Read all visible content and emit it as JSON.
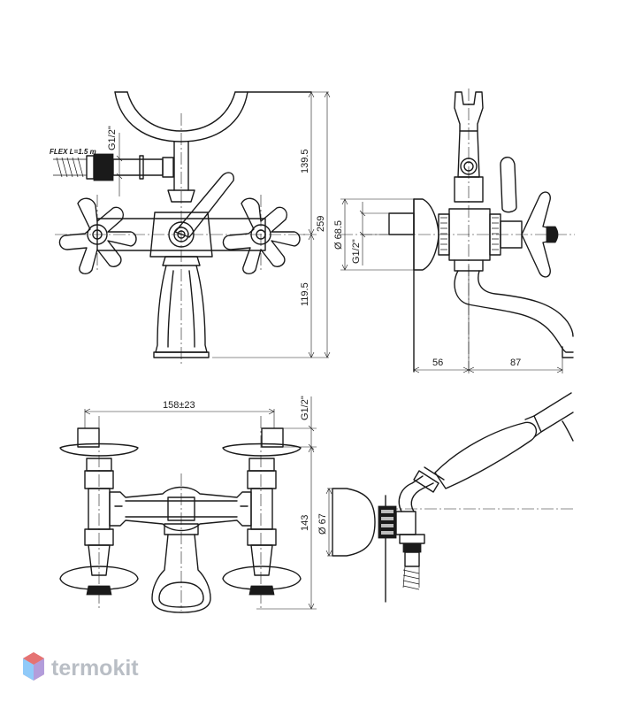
{
  "front_view": {
    "flex_label": "FLEX L=1.5 m",
    "thread_label": "G1/2\"",
    "dim_upper": "139.5",
    "dim_total": "259",
    "dim_lower": "119.5"
  },
  "side_view": {
    "dim_diameter": "Ø 68.5",
    "thread_label": "G1/2\"",
    "dim_left": "56",
    "dim_right": "87"
  },
  "top_view": {
    "dim_spacing": "158±23",
    "thread_label": "G1/2\"",
    "dim_height": "143"
  },
  "shower_view": {
    "dim_diameter": "Ø 67"
  },
  "logo": {
    "text": "termokit",
    "color": "#b9bec5",
    "accent_colors": [
      "#e57373",
      "#64b5f6",
      "#9575cd"
    ]
  }
}
